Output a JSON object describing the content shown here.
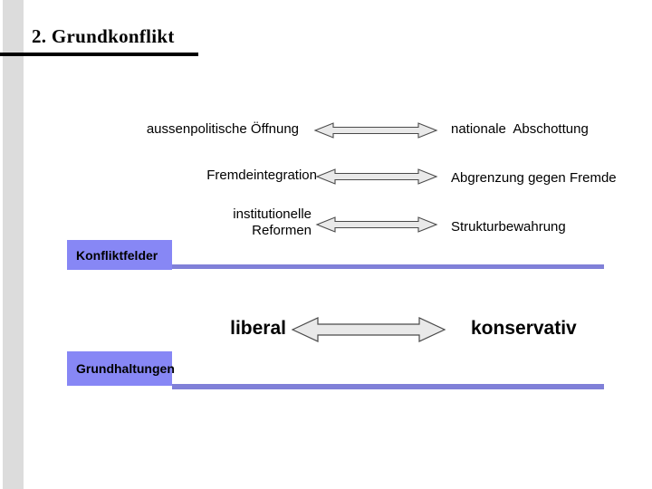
{
  "slide": {
    "title": "2. Grundkonflikt",
    "background_color": "#ffffff",
    "accent_color": "#8787f5",
    "rule_color": "#8080d8",
    "stripe_color": "#dcdcdc"
  },
  "sections": [
    {
      "name": "konfliktfelder",
      "box_label": "Konfliktfelder",
      "rows": [
        {
          "left": "aussenpolitische Öffnung",
          "right": "nationale  Abschottung",
          "arrow": "double-headed-arrow"
        },
        {
          "left": "Fremdeintegration",
          "right": "Abgrenzung gegen Fremde",
          "arrow": "double-headed-arrow"
        },
        {
          "left": "institutionelle\nReformen",
          "right": "Strukturbewahrung",
          "arrow": "double-headed-arrow"
        }
      ]
    },
    {
      "name": "grundhaltungen",
      "box_label": "Grundhaltungen",
      "rows": [
        {
          "left": "liberal",
          "right": "konservativ",
          "arrow": "double-headed-arrow"
        }
      ]
    }
  ]
}
